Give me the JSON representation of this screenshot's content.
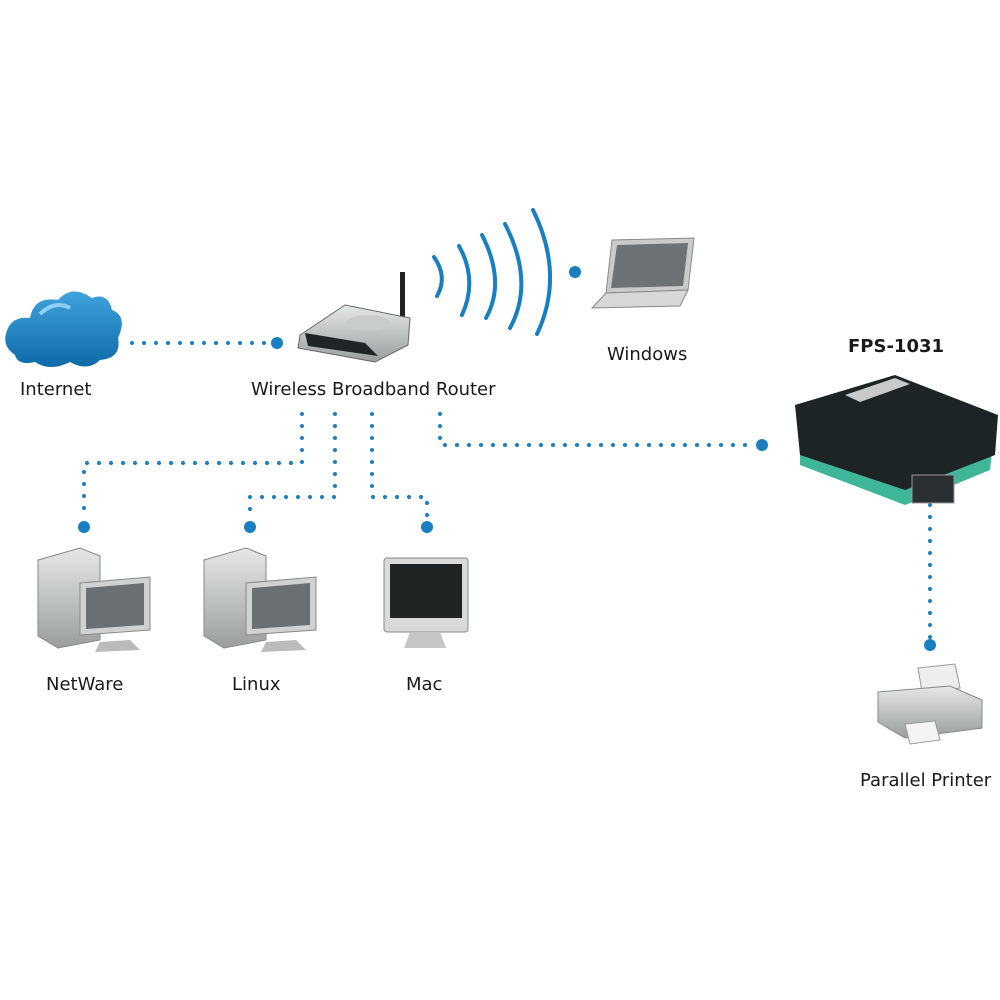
{
  "colors": {
    "link": "#1a7fc0",
    "cloud": "#1b7fc1",
    "device_dark": "#1d2426",
    "device_green": "#3fb59a"
  },
  "nodes": {
    "internet": {
      "label": "Internet",
      "icon": "cloud-icon"
    },
    "router": {
      "label": "Wireless Broadband Router",
      "icon": "wireless-router-icon"
    },
    "windows": {
      "label": "Windows",
      "icon": "laptop-icon"
    },
    "netware": {
      "label": "NetWare",
      "icon": "desktop-pc-icon"
    },
    "linux": {
      "label": "Linux",
      "icon": "desktop-pc-icon"
    },
    "mac": {
      "label": "Mac",
      "icon": "imac-icon"
    },
    "print_server": {
      "label": "FPS-1031",
      "icon": "print-server-icon"
    },
    "printer": {
      "label": "Parallel Printer",
      "icon": "printer-icon"
    }
  }
}
